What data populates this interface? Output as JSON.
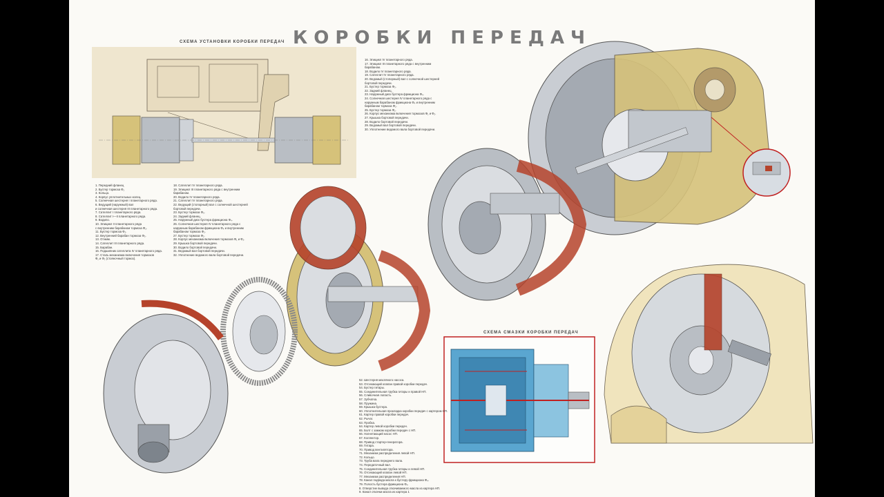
{
  "poster": {
    "title": "КОРОБКИ ПЕРЕДАЧ",
    "installation_scheme": {
      "label": "СХЕМА УСТАНОВКИ КОРОБКИ ПЕРЕДАЧ"
    },
    "lubrication_scheme": {
      "label": "СХЕМА СМАЗКИ КОРОБКИ ПЕРЕДАЧ"
    },
    "legend_col1": [
      "1. Передний фланец",
      "2. Бустер тормоза Ф₁",
      "3. Кольцо.",
      "4. Корпус уплотнительных колец.",
      "5. Солнечная шестерня I планетарного ряда.",
      "6. Ведущий (наружный) вал",
      "   и солнечная шестерня III планетарного ряда.",
      "7. Сателлит I планетарного ряда.",
      "8. Сателлит I—II планетарного ряда.",
      "9. Водило.",
      "10. Эпицикл II планетарного ряда",
      "   с внутренним барабаном тормоза Ф₂.",
      "11. Бустер тормоза Ф₂.",
      "12. Внутренний барабан тормоза Ф₃.",
      "13. Отжим.",
      "14. Сателлит III планетарного ряда.",
      "15. Барабан.",
      "16. Подшипник сателлита IV планетарного ряда.",
      "17. Сталь механизма включения тормозов",
      "   Ф₁ и Ф₂ (стояночный тормоз)."
    ],
    "legend_col2": [
      "18. Сателлит IV планетарного ряда.",
      "19. Эпицикл III планетарного ряда с внутренним",
      "   барабаном.",
      "20. Водило IV планетарного ряда.",
      "21. Сателлит IV планетарного ряда.",
      "22. Ведущий (стопорный) вал с солнечной шестерней",
      "   бортовой передачи.",
      "23. Бустер тормоза Ф₃.",
      "24. Задний фланец.",
      "25. Наружный диск бустера фрикциона Ф₄.",
      "26. Солнечная шестерня IV планетарного ряда с",
      "   наружным барабаном фрикциона Ф₄ и внутренним",
      "   барабаном тормоза Ф₂.",
      "27. Бустер тормоза Ф₂.",
      "28. Корпус механизма включения тормозов Ф₁ и Ф₂.",
      "29. Крышка бортовой передачи.",
      "30. Водило бортовой передачи.",
      "31. Ведомый вал бортовой передачи.",
      "32. Уплотнение ведомого вала бортовой передачи."
    ],
    "legend_col3": [
      "16. Эпицикл IV планетарного ряда.",
      "17. Эпицикл III планетарного ряда с внутренним",
      "   барабаном.",
      "18. Водило IV планетарного ряда.",
      "19. Сателлит IV планетарного ряда.",
      "20. Ведомый (стопорный) вал с солнечной шестерней",
      "   бортовой передачи.",
      "21. Бустер тормоза Ф₃.",
      "22. Задний фланец.",
      "23. Наружный диск бустера фрикциона Ф₄.",
      "24. Солнечная шестерня IV планетарного ряда с",
      "   наружным барабаном фрикциона Ф₄ и внутренним",
      "   барабаном тормоза Ф₂.",
      "25. Бустер тормоза Ф₂.",
      "26. Корпус механизма включения тормозов Ф₁ и Ф₂.",
      "27. Крышка бортовой передачи.",
      "28. Водило бортовой передачи.",
      "29. Ведомый вал бортовой передачи.",
      "30. Уплотнение ведомого вала бортовой передачи."
    ],
    "legend_col4": [
      "52. Шестерня масляного насоса.",
      "53. Отсекающий клапан правой коробки передач.",
      "54. Бустер гитары.",
      "55. Соединительная трубка гитары и правой НП.",
      "56. Сливочная лопасть.",
      "57. Зубчатка.",
      "58. Пружина.",
      "59. Крышка бустера.",
      "60. Уплотнительная прокладка коробки передач с картером НП.",
      "61. Картер правой коробки передач.",
      "62. Рычаг.",
      "63. Пробка.",
      "64. Картер левой коробки передач.",
      "65. Болт с замком коробки передач с НП.",
      "66. Нагнетающий насос НП.",
      "67. Коллектор.",
      "68. Привод стартер-генератора.",
      "69. Гитара.",
      "70. Привод вентилятора.",
      "71. Механизм распределения левой НП.",
      "72. Кольцо.",
      "73. Труба вала переднего вала.",
      "74. Передаточный вал.",
      "75. Соединительная трубка гитары и левой НП.",
      "76. Отсекающий клапан левой НП.",
      "77. Механизм распределения НП.",
      "78. Канал подвода масла к бустеру фрикциона Ф₄.",
      "79. Полость бустера фрикциона Ф₄.",
      "8. Отверстие вывода откачиваемого масла из картера НП.",
      "9. Канал откачки масла из картера 1"
    ],
    "lubrication_legend": [
      "",
      ""
    ],
    "colors": {
      "paper": "#fbfaf6",
      "steel": "#c8ccd2",
      "casting_yellow": "#d6c27a",
      "friction_red": "#b5432b",
      "oil_blue": "#5aa6d0",
      "title_gray": "#7a7a7a"
    }
  }
}
